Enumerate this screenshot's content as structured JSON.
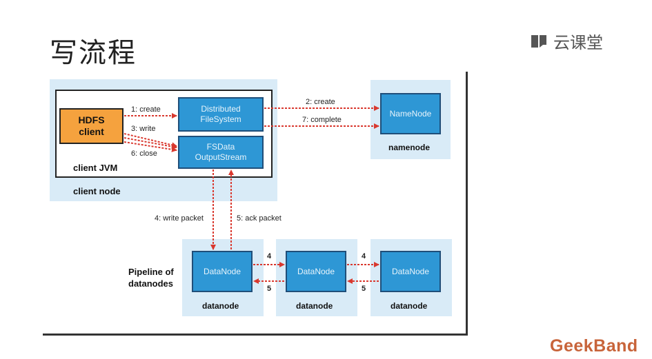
{
  "slide": {
    "title": "写流程"
  },
  "brand": {
    "logo_text": "云课堂",
    "footer_logo": "GeekBand"
  },
  "diagram": {
    "client_node_label": "client node",
    "client_jvm_label": "client JVM",
    "hdfs_client": {
      "line1": "HDFS",
      "line2": "client"
    },
    "distributed_fs": {
      "line1": "Distributed",
      "line2": "FileSystem"
    },
    "fsdata_stream": {
      "line1": "FSData",
      "line2": "OutputStream"
    },
    "namenode_box": "NameNode",
    "namenode_label": "namenode",
    "pipeline_label": {
      "line1": "Pipeline of",
      "line2": "datanodes"
    },
    "datanode_box": "DataNode",
    "datanode_label": "datanode",
    "steps": {
      "s1": "1: create",
      "s2": "2: create",
      "s3": "3: write",
      "s4": "4: write packet",
      "s5": "5: ack packet",
      "s6": "6: close",
      "s7": "7: complete",
      "n4": "4",
      "n5": "5"
    },
    "colors": {
      "arrow": "#d9382e",
      "box_blue": "#2e97d5",
      "box_orange": "#f5a23e",
      "panel_light": "#d9ebf7"
    }
  }
}
